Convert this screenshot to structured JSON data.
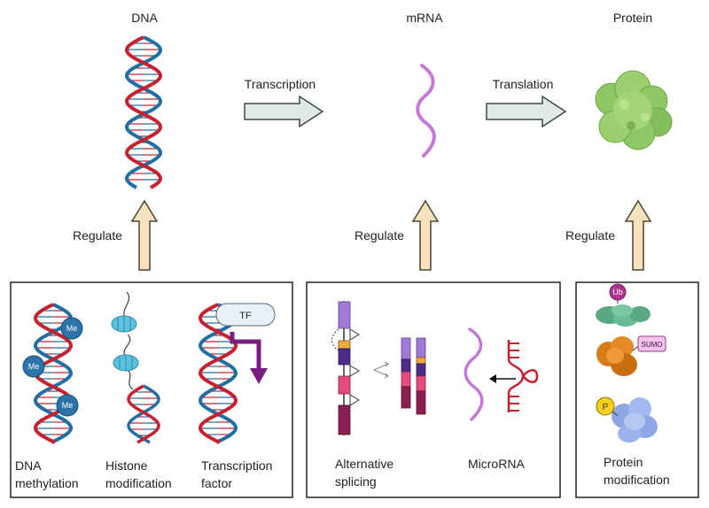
{
  "top": {
    "dna_label": "DNA",
    "mrna_label": "mRNA",
    "protein_label": "Protein",
    "transcription_label": "Transcription",
    "translation_label": "Translation"
  },
  "regulate": {
    "left": "Regulate",
    "middle": "Regulate",
    "right": "Regulate"
  },
  "panel_left": {
    "methyl_tag": "Me",
    "tf_tag": "TF",
    "dna_methylation": [
      "DNA",
      "methylation"
    ],
    "histone_modification": [
      "Histone",
      "modification"
    ],
    "transcription_factor": [
      "Transcription",
      "factor"
    ]
  },
  "panel_middle": {
    "alternative_splicing": [
      "Alternative",
      "splicing"
    ],
    "microrna": "MicroRNA"
  },
  "panel_right": {
    "ub_tag": "Ub",
    "sumo_tag": "SUMO",
    "p_tag": "P",
    "protein_modification": [
      "Protein",
      "modification"
    ]
  },
  "colors": {
    "dna_red": "#c8202f",
    "dna_blue": "#1f6fa3",
    "mrna": "#c27ad6",
    "protein_green": "#8fc765",
    "arrow_fill": "#dfe9e8",
    "regulate_arrow": "#f6e3bd"
  }
}
